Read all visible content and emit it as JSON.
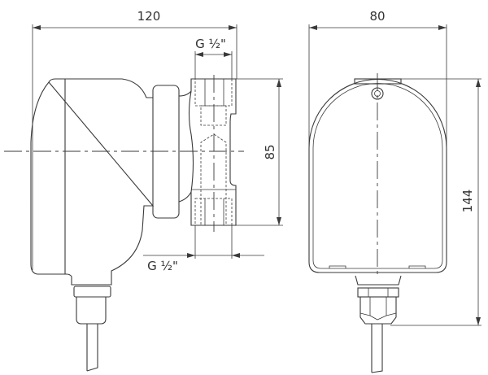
{
  "side_view": {
    "width_dim": "120",
    "thread_top": "G ½\"",
    "thread_bottom": "G ½\"",
    "height_dim": "85"
  },
  "front_view": {
    "width_dim": "80",
    "height_dim": "144"
  },
  "colors": {
    "line": "#3a3a3a",
    "background": "#ffffff"
  }
}
